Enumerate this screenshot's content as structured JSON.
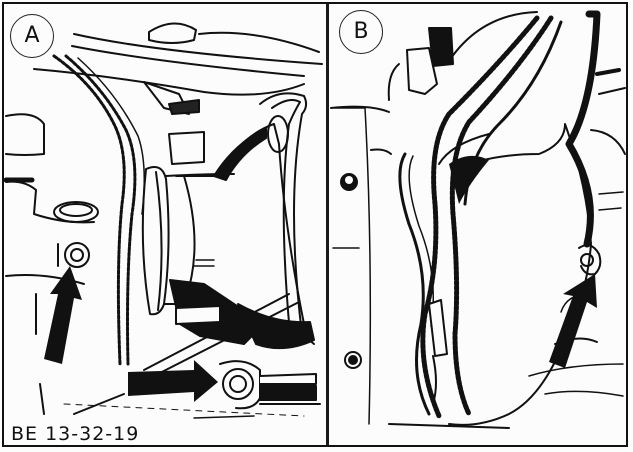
{
  "figure": {
    "reference_code": "BE 13-32-19",
    "style": "black-and-white technical line illustration",
    "colors": {
      "ink": "#111111",
      "paper": "#fcfcfc"
    },
    "panels": [
      {
        "id": "A",
        "label": "A",
        "description": "Engine bay view with headlight housing, wiring harness and mounting bolts",
        "callouts": [
          {
            "type": "arrow-up",
            "target": "mounting-bolt-left",
            "position": "lower-left"
          },
          {
            "type": "arrow-right",
            "target": "mounting-bolt-bottom",
            "position": "bottom-center"
          }
        ]
      },
      {
        "id": "B",
        "label": "B",
        "description": "Inner fender view with wiring harness loop and mounting bolt",
        "callouts": [
          {
            "type": "arrow-up-right",
            "target": "mounting-bolt-right",
            "position": "lower-right"
          }
        ]
      }
    ]
  }
}
